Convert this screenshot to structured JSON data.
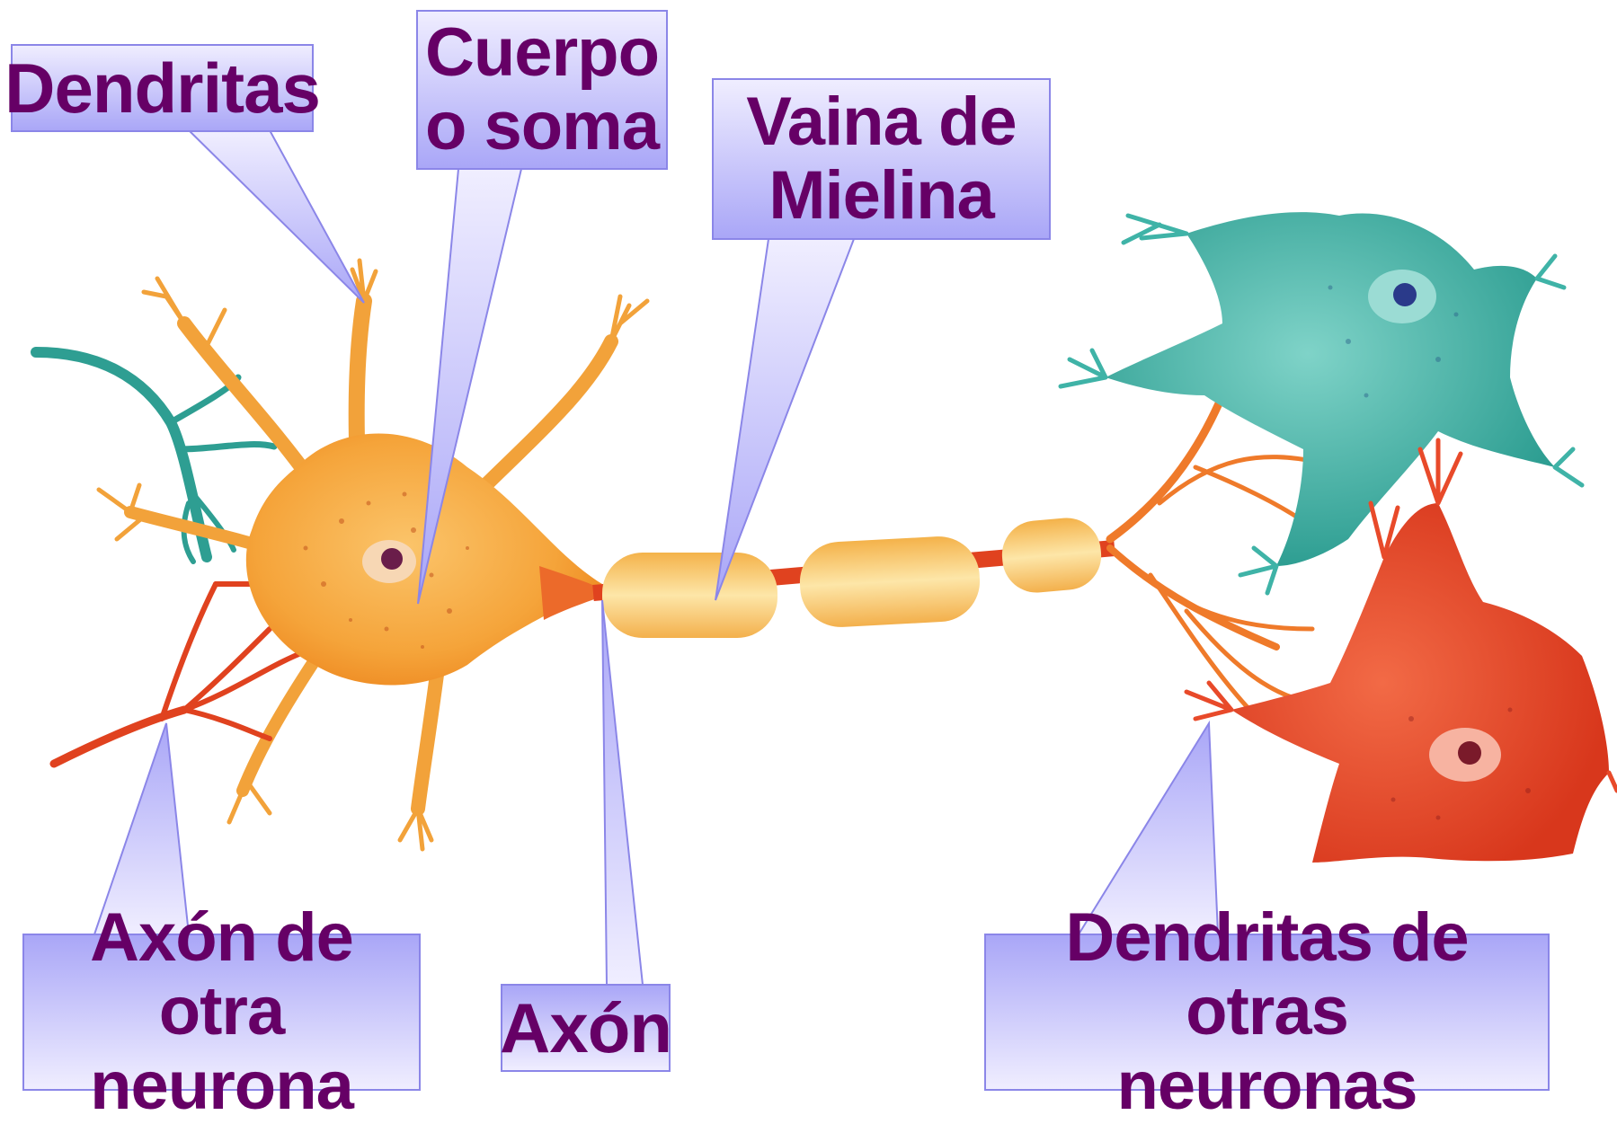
{
  "labels": {
    "dendritas": "Dendritas",
    "cuerpo_line1": "Cuerpo",
    "cuerpo_line2": "o soma",
    "vaina_line1": "Vaina de",
    "vaina_line2": "Mielina",
    "axon_otra_line1": "Axón de otra",
    "axon_otra_line2": "neurona",
    "axon": "Axón",
    "dendritas_otras_line1": "Dendritas de otras",
    "dendritas_otras_line2": "neuronas"
  },
  "colors": {
    "label_text": "#660066",
    "callout_fill_top": "#f0eeff",
    "callout_fill_bottom": "#a9a6f7",
    "callout_border": "#8b86e8",
    "main_neuron": "#f5a43a",
    "myelin": "#f9d27c",
    "teal_neuron": "#3fb3a7",
    "red_neuron": "#e84a2a",
    "axon_red": "#e0421f"
  }
}
